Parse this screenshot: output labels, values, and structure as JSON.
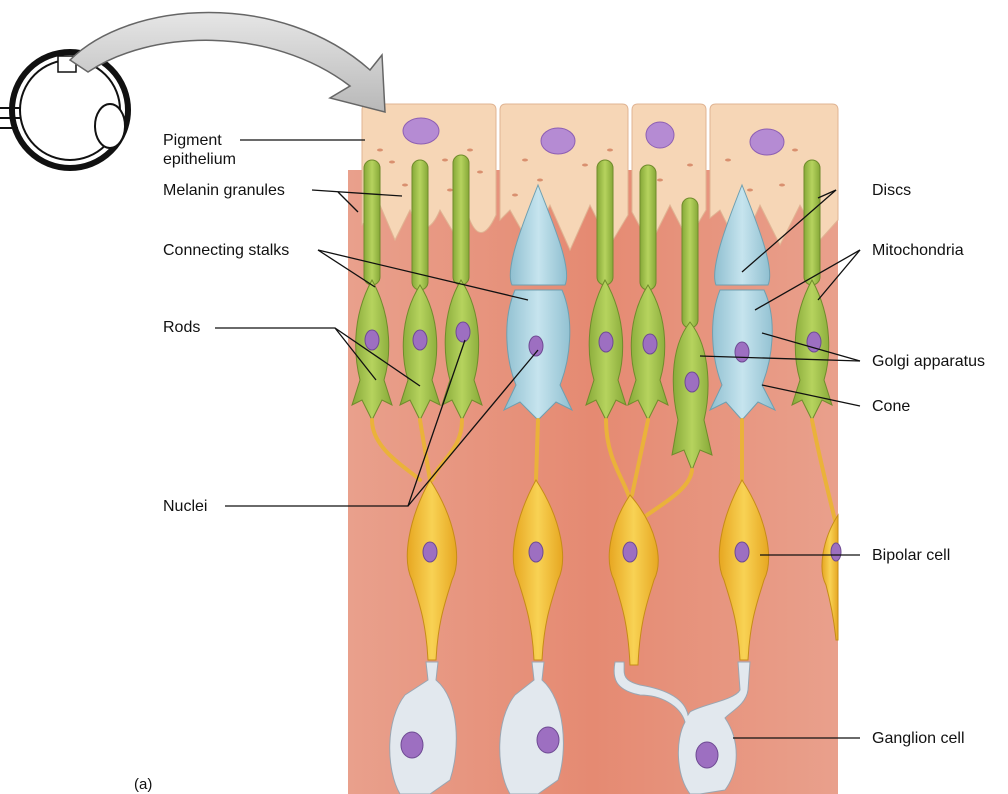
{
  "labels": {
    "pigment_epithelium_line1": "Pigment",
    "pigment_epithelium_line2": "epithelium",
    "melanin_granules": "Melanin granules",
    "connecting_stalks": "Connecting stalks",
    "rods": "Rods",
    "nuclei": "Nuclei",
    "discs": "Discs",
    "mitochondria": "Mitochondria",
    "golgi_apparatus": "Golgi apparatus",
    "cone": "Cone",
    "bipolar_cell": "Bipolar cell",
    "ganglion_cell": "Ganglion cell",
    "panel_letter": "(a)"
  },
  "colors": {
    "tissue": "#e8907a",
    "tissue_light": "#f2b3a0",
    "epithelium": "#f6d7b8",
    "rod": "#9fbf45",
    "cone": "#a9d3e0",
    "bipolar": "#f2c13a",
    "ganglion": "#dfe6ee",
    "nucleus": "#9d6fc1",
    "arrow": "#c8c8c8"
  }
}
